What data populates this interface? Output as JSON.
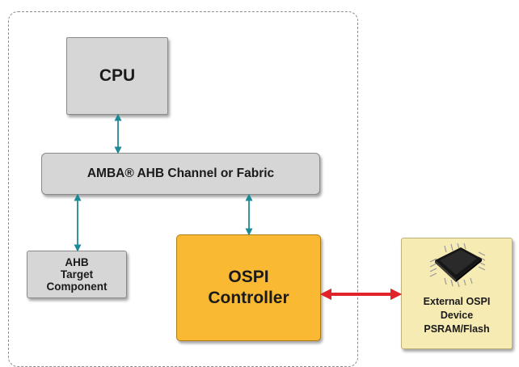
{
  "blocks": {
    "cpu": "CPU",
    "amba": "AMBA® AHB Channel or Fabric",
    "ahb_target": [
      "AHB",
      "Target",
      "Component"
    ],
    "ospi": [
      "OSPI",
      "Controller"
    ],
    "external": [
      "External OSPI",
      "Device",
      "PSRAM/Flash"
    ]
  },
  "colors": {
    "gray_block": "#d6d6d6",
    "ospi_block": "#f9b933",
    "external_block": "#f7ebb4",
    "bus_arrow": "#1f8a96",
    "link_arrow": "#e0222a"
  },
  "icons": {
    "device": "ic-chip-icon"
  }
}
